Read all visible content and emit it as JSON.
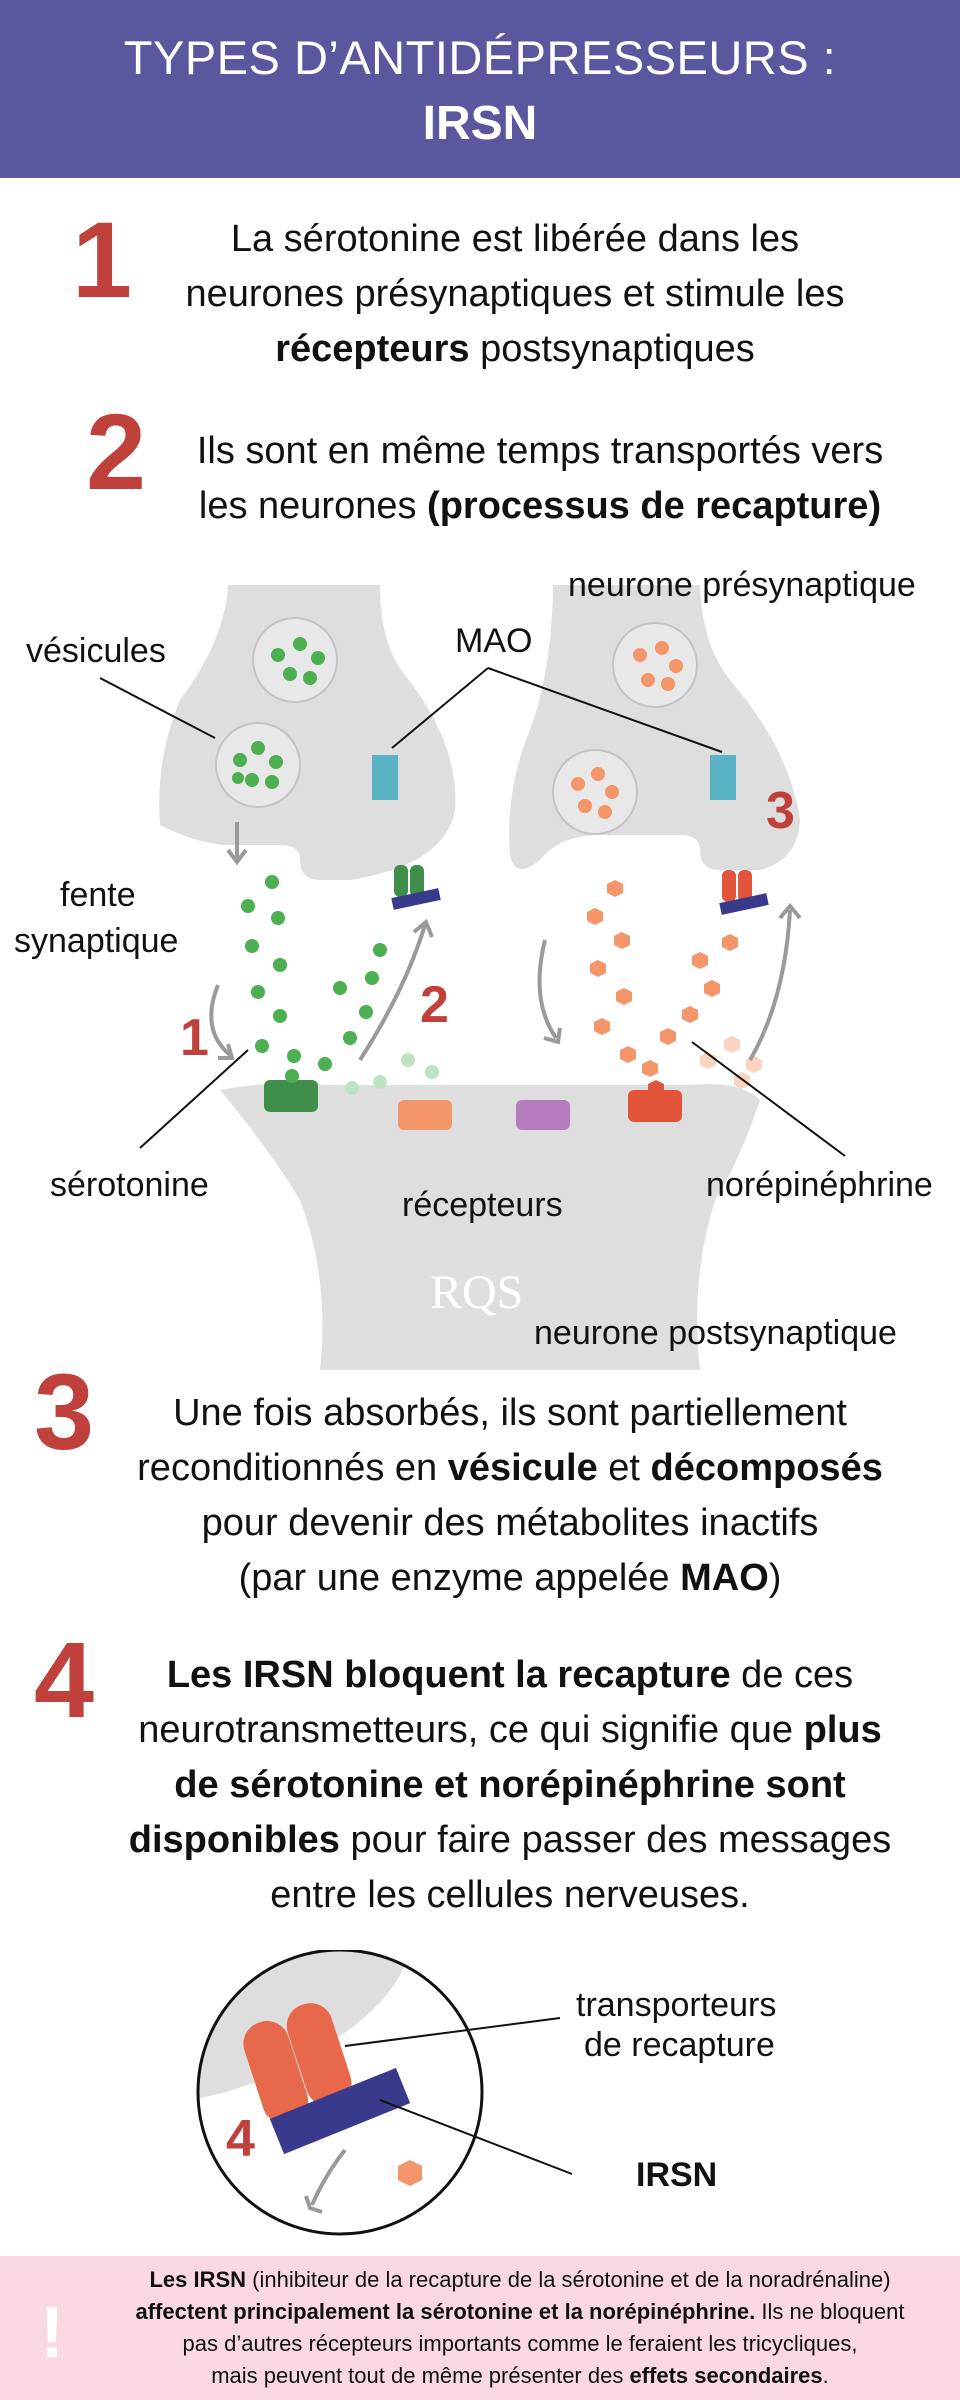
{
  "header": {
    "line1": "TYPES D’ANTIDÉPRESSEURS :",
    "line2": "IRSN"
  },
  "steps": {
    "s1": {
      "number": "1",
      "a": "La sérotonine est libérée dans les",
      "b": "neurones présynaptiques et stimule les",
      "c_bold": "récepteurs",
      "c_rest": " postsynaptiques"
    },
    "s2": {
      "number": "2",
      "a": "Ils sont en même temps transportés vers",
      "b_start": "les neurones ",
      "b_bold": "(processus de recapture)"
    },
    "s3": {
      "number": "3",
      "a": "Une fois absorbés, ils sont partiellement",
      "b_start": "reconditionnés en ",
      "b_bold1": "vésicule",
      "b_mid": " et ",
      "b_bold2": "décomposés",
      "c": "pour devenir des métabolites inactifs",
      "d_start": "(par une enzyme appelée ",
      "d_bold": "MAO",
      "d_end": ")"
    },
    "s4": {
      "number": "4",
      "a_bold": "Les IRSN bloquent la recapture",
      "a_rest": " de ces",
      "b_start": "neurotransmetteurs, ce qui signifie que ",
      "b_bold": "plus",
      "c_bold": "de sérotonine et norépinéphrine sont",
      "d_bold": "disponibles",
      "d_rest": " pour faire passer des messages",
      "e": "entre les cellules nerveuses."
    }
  },
  "diagram": {
    "labels": {
      "vesicules": "vésicules",
      "mao": "MAO",
      "presynaptic": "neurone présynaptique",
      "fente1": "fente",
      "fente2": "synaptique",
      "serotonine": "sérotonine",
      "recepteurs": "récepteurs",
      "norepinephrine": "norépinéphrine",
      "postsynaptic": "neurone postsynaptique",
      "mark1": "1",
      "mark2": "2",
      "mark3": "3",
      "logo": "RQS"
    },
    "colors": {
      "serotonin": "#4caf50",
      "norepinephrine": "#f4956a",
      "receptor_green": "#3f8f4a",
      "receptor_salmon": "#f4956a",
      "receptor_purple": "#b77cc0",
      "receptor_red": "#e2553a",
      "mao": "#5ab3c4",
      "transporter_bar": "#3a3a8c"
    }
  },
  "zoom": {
    "transporteurs1": "transporteurs",
    "transporteurs2": "de recapture",
    "irsn": "IRSN",
    "mark4": "4"
  },
  "footer": {
    "bang": "!",
    "l1_bold": "Les IRSN",
    "l1_rest": " (inhibiteur de la recapture de la sérotonine et de la noradrénaline)",
    "l2_bold": "affectent principalement la sérotonine et la norépinéphrine.",
    "l2_rest": " Ils ne bloquent",
    "l3": "pas d’autres récepteurs importants comme le feraient les tricycliques,",
    "l4_start": "mais peuvent tout de même présenter des ",
    "l4_bold": "effets secondaires",
    "l4_end": "."
  }
}
